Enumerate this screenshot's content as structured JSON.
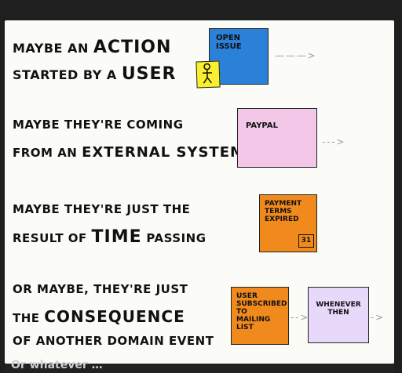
{
  "rows": [
    {
      "line1": "Maybe an",
      "line1_big": "Action",
      "line2": "Started by a",
      "line2_big": "User",
      "note": "Open Issue",
      "note_color": "#2b80d7"
    },
    {
      "line1": "Maybe they're coming",
      "line2": "From an",
      "line2_big": "External System",
      "note": "Paypal",
      "note_color": "#f2c7e7"
    },
    {
      "line1": "Maybe they're just the",
      "line2": "Result of",
      "line2_big": "Time",
      "line2_end": "passing",
      "note": "Payment Terms Expired",
      "note_color": "#f08a1d",
      "calendar_number": "31"
    },
    {
      "line1": "Or maybe, they're just",
      "line2": "the",
      "line2_big": "Consequence",
      "line3": "of another Domain Event",
      "note": "User subscribed to mailing list",
      "note_color": "#f08a1d",
      "note2": "Whenever then",
      "note2_color": "#e8d9fb"
    }
  ],
  "user_note_color": "#f8ef2e",
  "bottom_text": "Or whatever …"
}
